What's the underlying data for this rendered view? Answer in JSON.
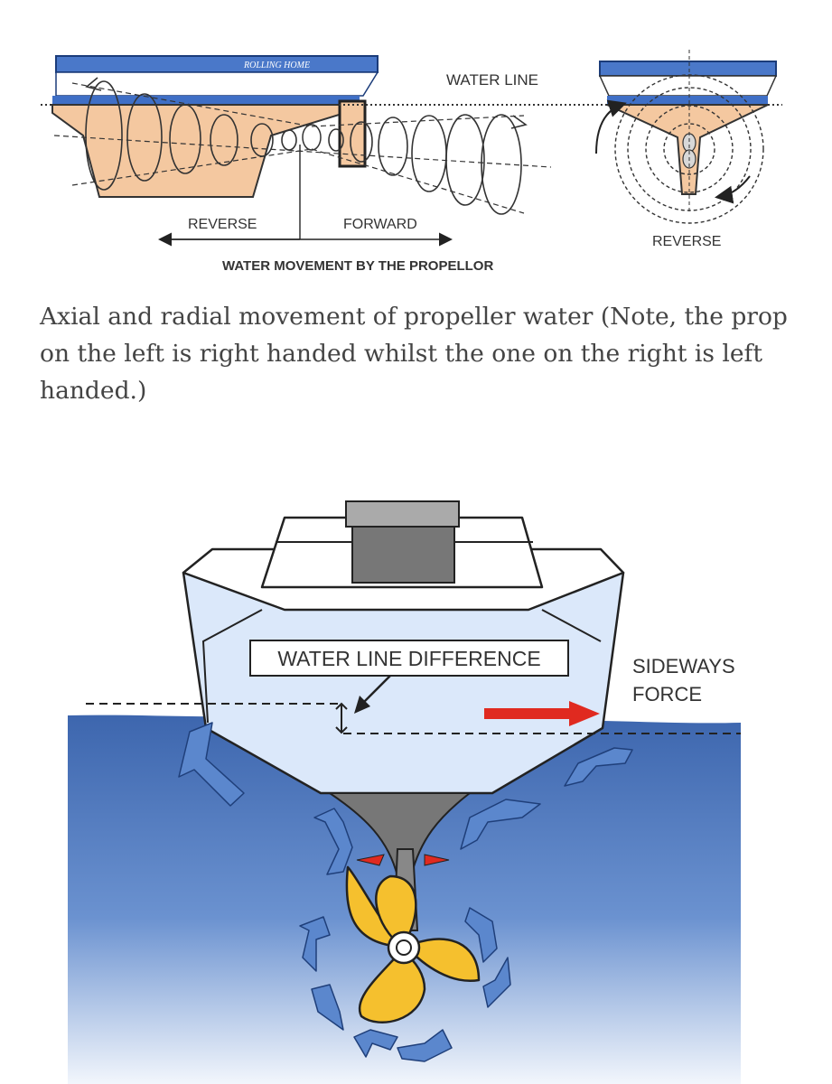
{
  "top_diagram": {
    "boat_name": "ROLLING HOME",
    "water_line_label": "WATER LINE",
    "reverse_label": "REVERSE",
    "forward_label": "FORWARD",
    "title": "WATER MOVEMENT BY THE PROPELLOR",
    "stern_reverse_label": "REVERSE"
  },
  "caption": "Axial and radial movement of propeller water (Note, the prop on the left is right handed whilst the one on the right is left handed.)",
  "bottom_diagram": {
    "water_line_difference_label": "WATER LINE DIFFERENCE",
    "sideways_force_line1": "SIDEWAYS",
    "sideways_force_line2": "FORCE"
  },
  "colors": {
    "hull_orange": "#f4c8a0",
    "deck_blue": "#3f6fc6",
    "hull_light_blue": "#dbe8fa",
    "water_blue": "#3f6ab0",
    "propeller_yellow": "#f5c02e",
    "force_arrow_red": "#e02a20",
    "flow_arrow_blue": "#5b87cd"
  }
}
